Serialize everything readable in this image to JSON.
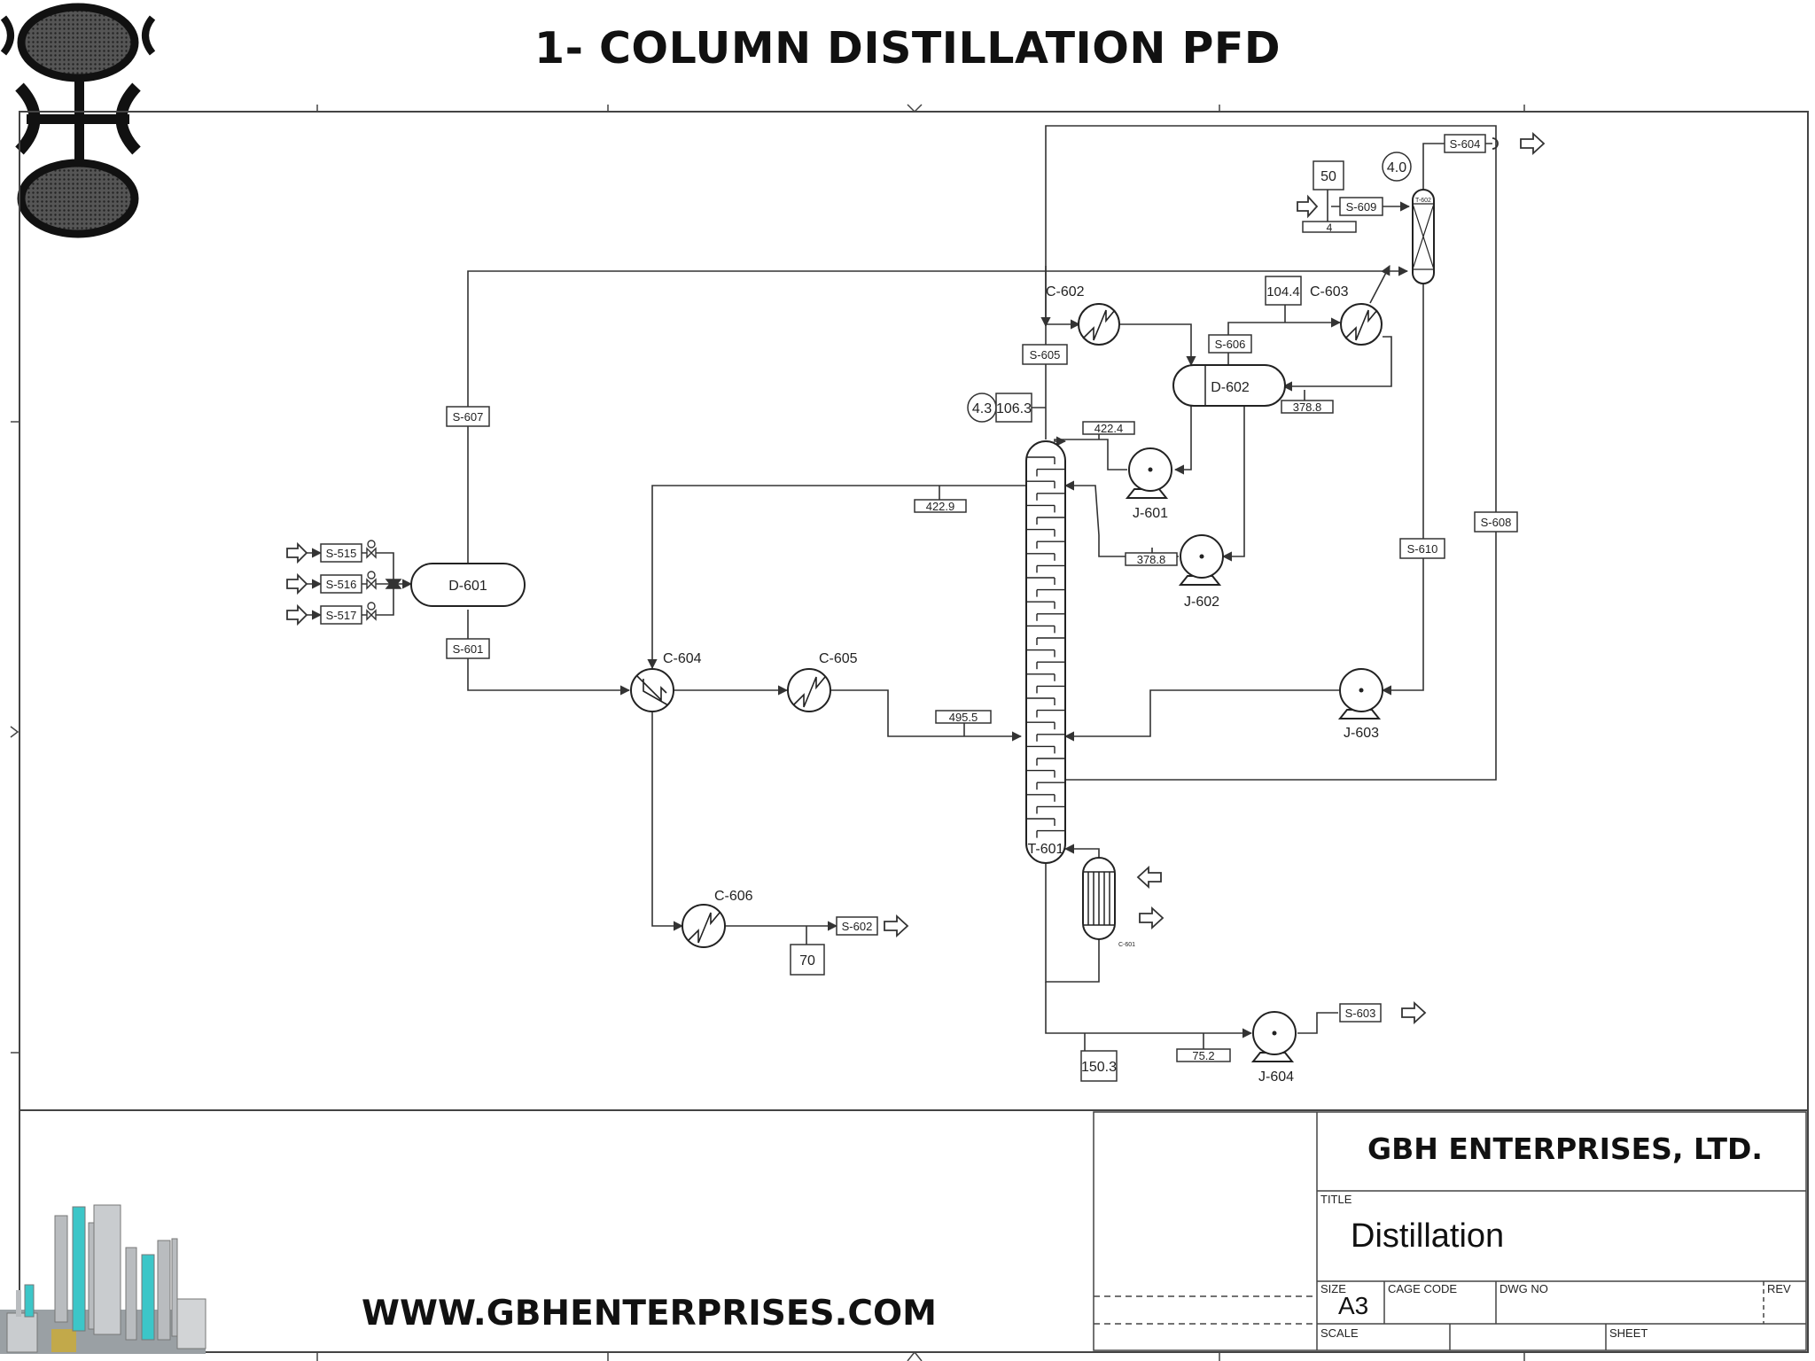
{
  "title": "1- COLUMN DISTILLATION PFD",
  "website": "WWW.GBHENTERPRISES.COM",
  "title_block": {
    "company": "GBH ENTERPRISES, LTD.",
    "title_label": "TITLE",
    "title_value": "Distillation",
    "size_label": "SIZE",
    "size_value": "A3",
    "cage_code_label": "CAGE CODE",
    "dwg_no_label": "DWG NO",
    "rev_label": "REV",
    "scale_label": "SCALE",
    "sheet_label": "SHEET"
  },
  "equipment": {
    "d601": "D-601",
    "d602": "D-602",
    "t601": "T-601",
    "t602": "T-602",
    "c601": "C-601",
    "c602": "C-602",
    "c603": "C-603",
    "c604": "C-604",
    "c605": "C-605",
    "c606": "C-606",
    "j601": "J-601",
    "j602": "J-602",
    "j603": "J-603",
    "j604": "J-604"
  },
  "streams": {
    "s515": "S-515",
    "s516": "S-516",
    "s517": "S-517",
    "s601": "S-601",
    "s602": "S-602",
    "s603": "S-603",
    "s604": "S-604",
    "s605": "S-605",
    "s606": "S-606",
    "s607": "S-607",
    "s608": "S-608",
    "s609": "S-609",
    "s610": "S-610"
  },
  "values": {
    "v50": "50",
    "v4": "4",
    "v4_0": "4.0",
    "v104_4": "104.4",
    "v378_8a": "378.8",
    "v378_8b": "378.8",
    "v422_4": "422.4",
    "v422_9": "422.9",
    "v4_3": "4.3",
    "v106_3": "106.3",
    "v495_5": "495.5",
    "v70": "70",
    "v150_3": "150.3",
    "v75_2": "75.2"
  },
  "colors": {
    "line": "#333333",
    "logo": "#111111",
    "tower_teal": "#3cc6c8",
    "tower_grey": "#b9bcbf"
  }
}
